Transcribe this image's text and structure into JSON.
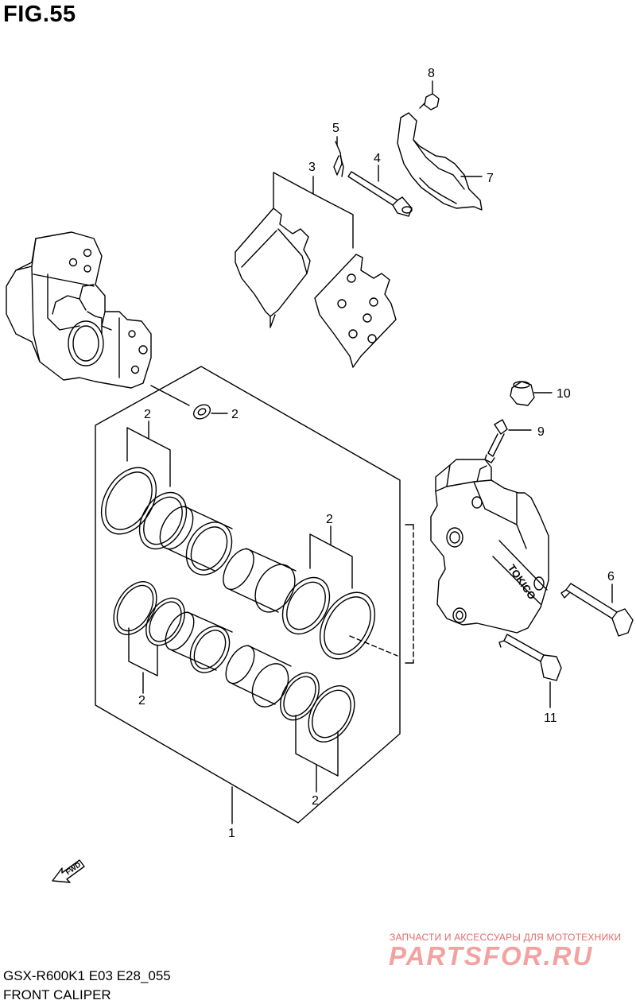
{
  "figure": {
    "title": "FIG.55"
  },
  "callouts": {
    "c1": "1",
    "c2a": "2",
    "c2b": "2",
    "c2c": "2",
    "c2d": "2",
    "c2e": "2",
    "c3": "3",
    "c4": "4",
    "c5": "5",
    "c6": "6",
    "c7": "7",
    "c8": "8",
    "c9": "9",
    "c10": "10",
    "c11": "11"
  },
  "caliper": {
    "brand": "TOKICO"
  },
  "fwd": {
    "label": "FWD"
  },
  "footer": {
    "model": "GSX-R600K1 E03 E28_055",
    "section": "FRONT CALIPER"
  },
  "watermark": {
    "tagline": "ЗАПЧАСТИ И АКСЕССУАРЫ ДЛЯ МОТОТЕХНИКИ",
    "logo": "PARTSFOR.RU"
  }
}
